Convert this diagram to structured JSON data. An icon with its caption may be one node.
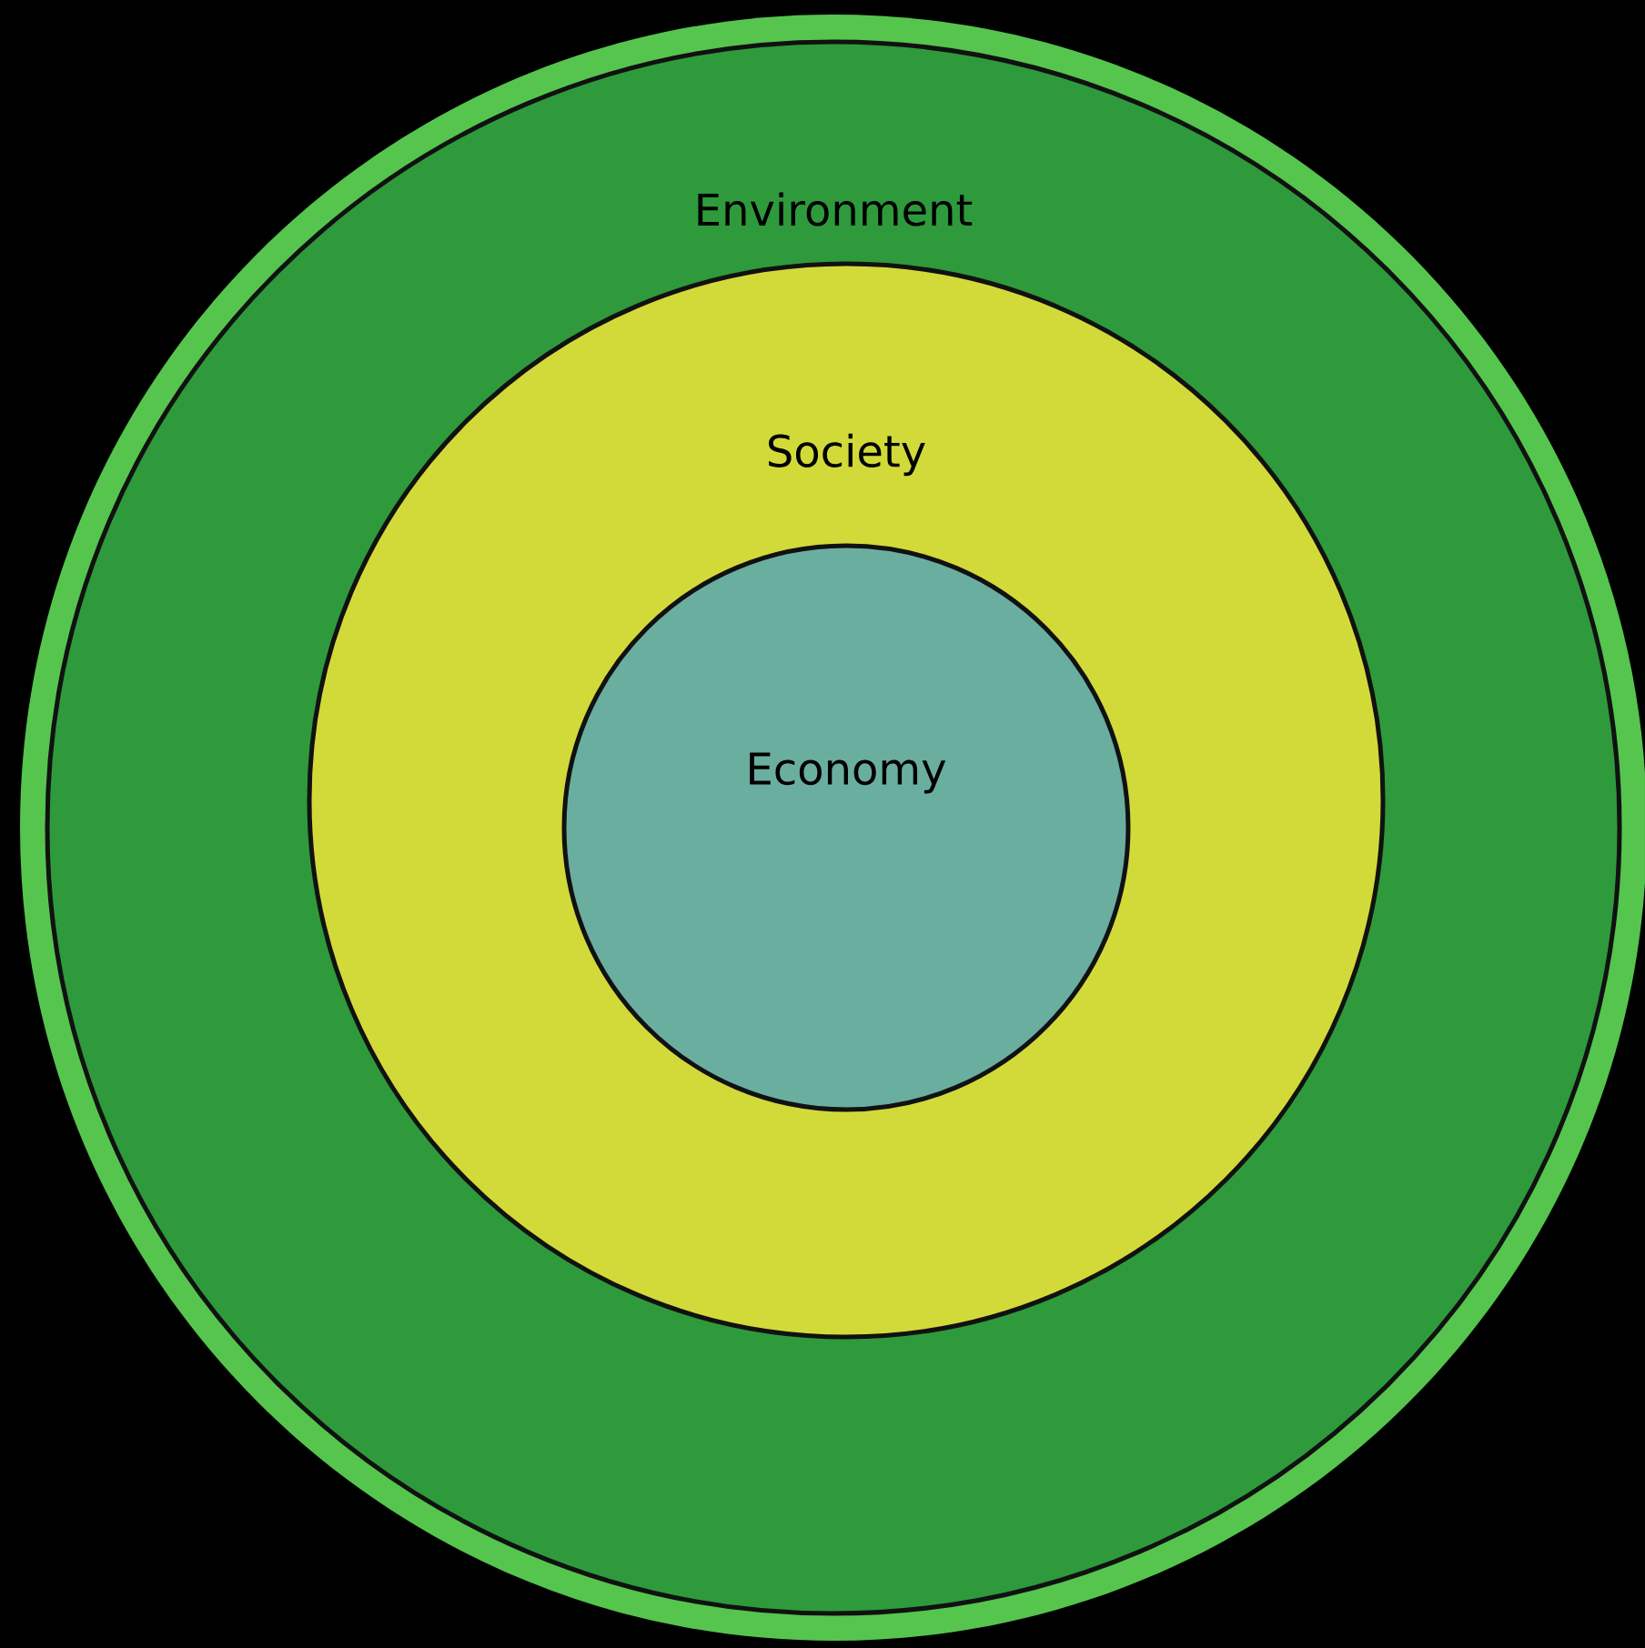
{
  "diagram": {
    "nodes": [
      {
        "text": [
          "Environment"
        ]
      },
      {
        "text": [
          "Society"
        ],
        "in": 0
      },
      {
        "text": [
          "Economy"
        ],
        "in": 1
      }
    ]
  }
}
